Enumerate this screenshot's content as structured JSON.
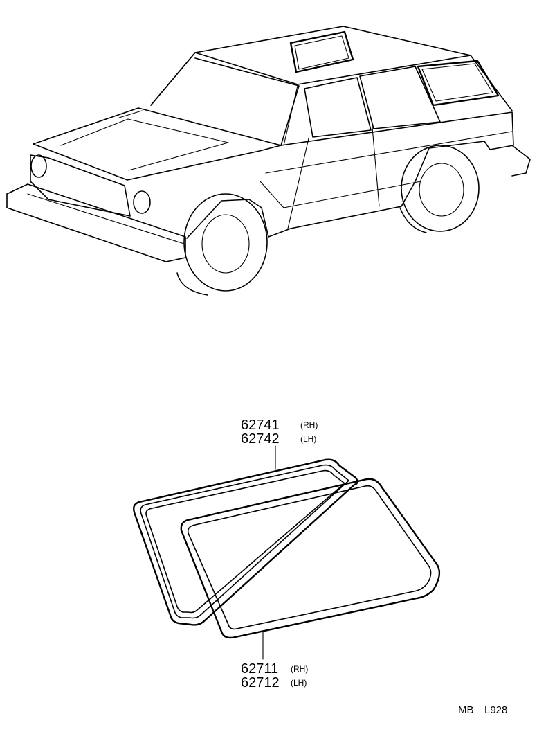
{
  "parts": {
    "quarter_weatherstrip": {
      "rh_number": "62741",
      "rh_side": "(RH)",
      "lh_number": "62742",
      "lh_side": "(LH)"
    },
    "quarter_glass": {
      "rh_number": "62711",
      "rh_side": "(RH)",
      "lh_number": "62712",
      "lh_side": "(LH)"
    }
  },
  "footer": {
    "model_code": "MB",
    "illustration_code": "L928"
  }
}
